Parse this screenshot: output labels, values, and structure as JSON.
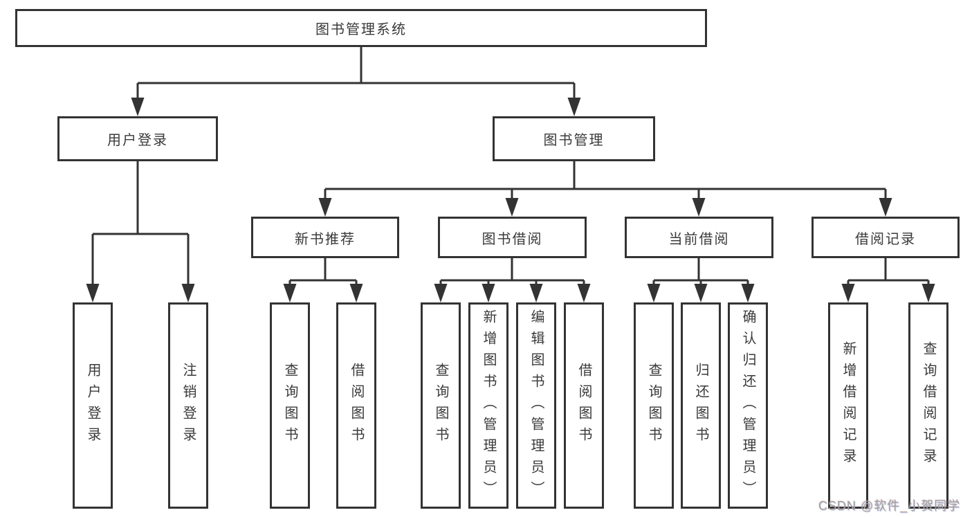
{
  "diagram": {
    "root": {
      "label": "图书管理系统"
    },
    "branches": [
      {
        "label": "用户登录",
        "children": [
          {
            "label": "用户登录"
          },
          {
            "label": "注销登录"
          }
        ]
      },
      {
        "label": "图书管理",
        "children": [
          {
            "label": "新书推荐",
            "children": [
              {
                "label": "查询图书"
              },
              {
                "label": "借阅图书"
              }
            ]
          },
          {
            "label": "图书借阅",
            "children": [
              {
                "label": "查询图书"
              },
              {
                "label": "新增图书（管理员）"
              },
              {
                "label": "编辑图书（管理员）"
              },
              {
                "label": "借阅图书"
              }
            ]
          },
          {
            "label": "当前借阅",
            "children": [
              {
                "label": "查询图书"
              },
              {
                "label": "归还图书"
              },
              {
                "label": "确认归还（管理员）"
              }
            ]
          },
          {
            "label": "借阅记录",
            "children": [
              {
                "label": "新增借阅记录"
              },
              {
                "label": "查询借阅记录"
              }
            ]
          }
        ]
      }
    ]
  },
  "watermark": {
    "text": "CSDN @软件_小贺同学"
  },
  "colors": {
    "line": "#333333",
    "text": "#3a3a3a",
    "watermark": "#9f9f9f",
    "background": "#ffffff"
  }
}
